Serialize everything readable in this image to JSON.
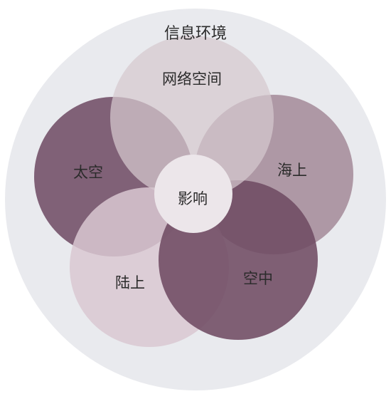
{
  "diagram": {
    "outer": {
      "label": "信息环境",
      "color": "#e9eaee"
    },
    "domains": [
      {
        "id": "cyberspace",
        "label": "网络空间",
        "color": "#d5c9cf"
      },
      {
        "id": "space",
        "label": "太空",
        "color": "#7a5a70"
      },
      {
        "id": "sea",
        "label": "海上",
        "color": "#a78f9c"
      },
      {
        "id": "land",
        "label": "陆上",
        "color": "#d9c8d1"
      },
      {
        "id": "air",
        "label": "空中",
        "color": "#6f4b63"
      }
    ],
    "center": {
      "label": "影响",
      "color": "#ece6ea"
    }
  }
}
